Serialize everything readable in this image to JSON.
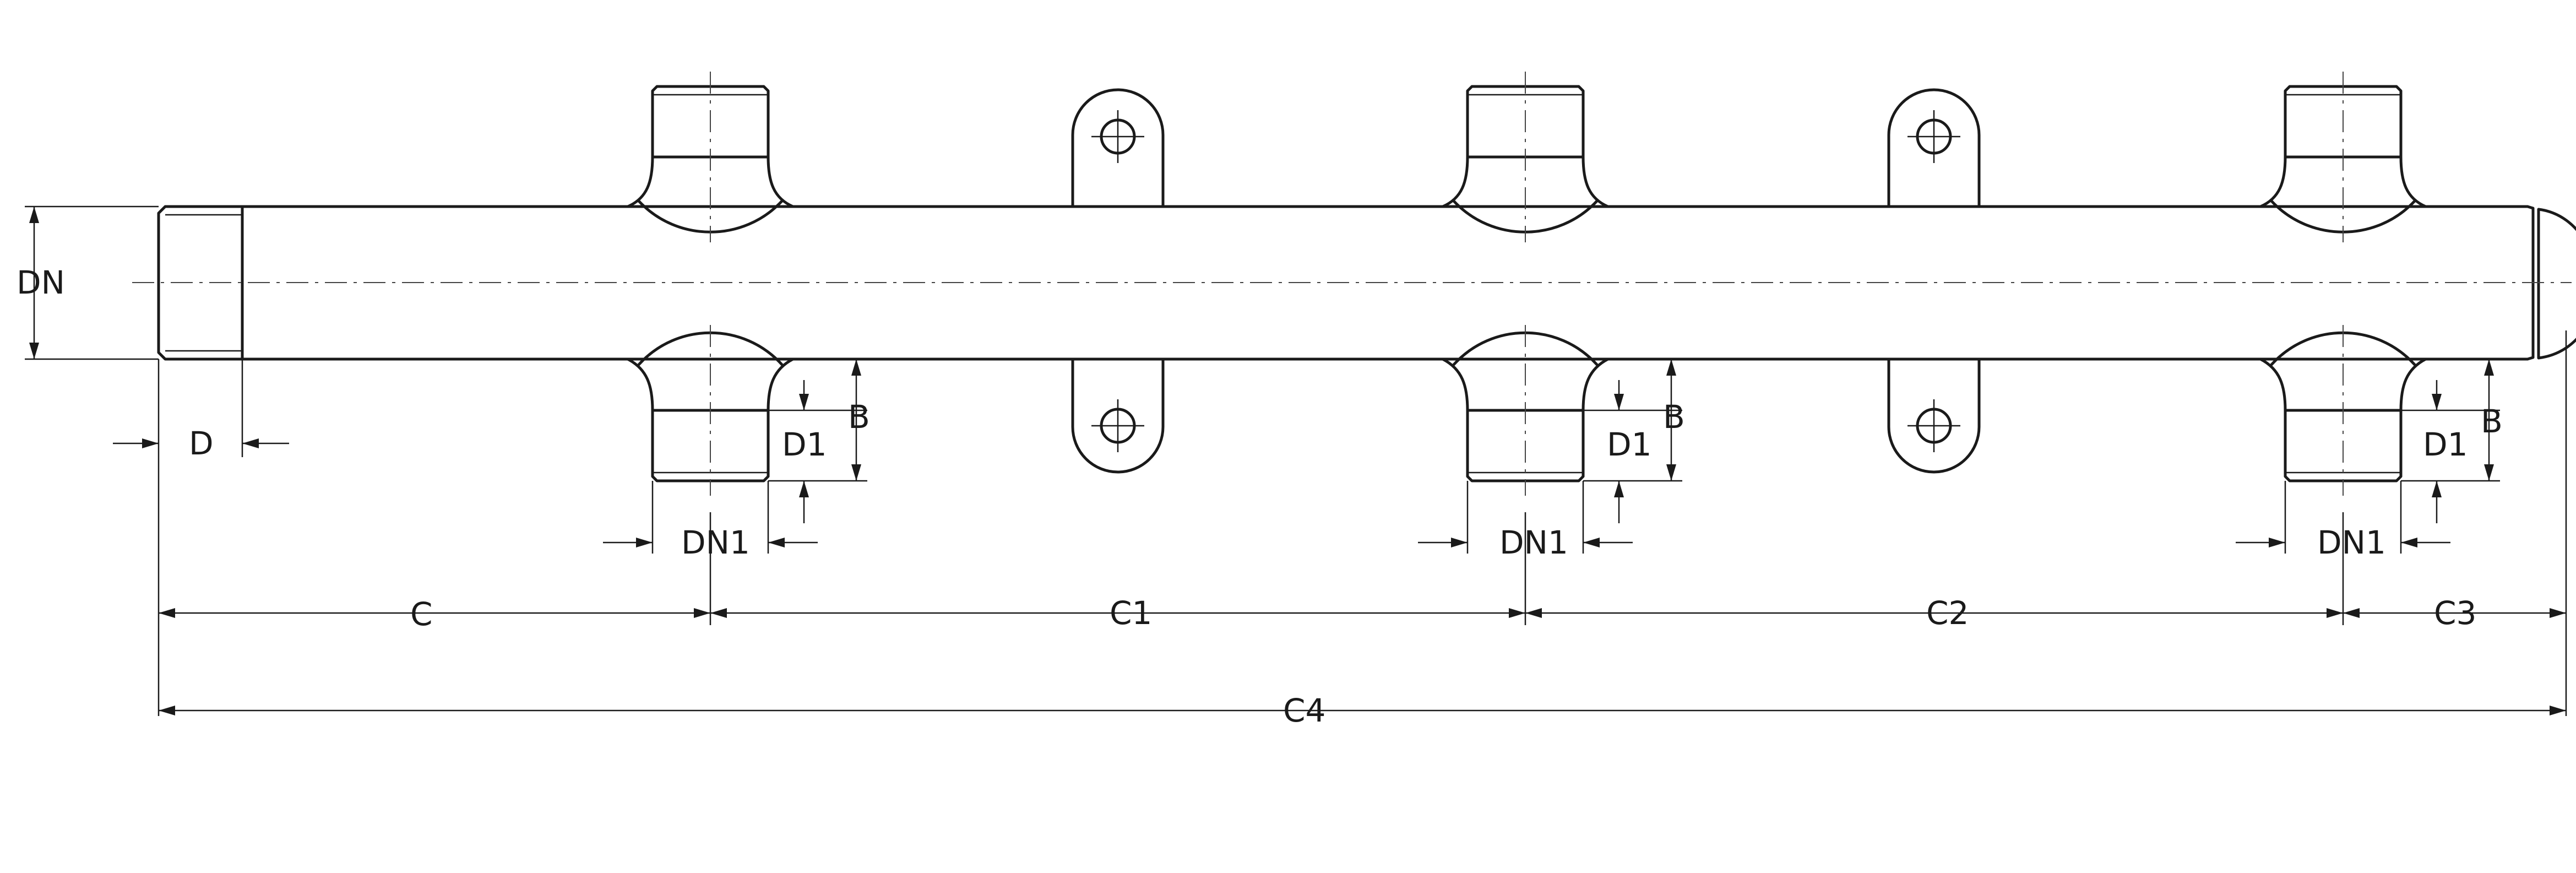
{
  "labels": {
    "dn": "DN",
    "d": "D",
    "dn1": "DN1",
    "d1": "D1",
    "b": "B",
    "c": "C",
    "c1": "C1",
    "c2": "C2",
    "c3": "C3",
    "c4": "C4"
  }
}
